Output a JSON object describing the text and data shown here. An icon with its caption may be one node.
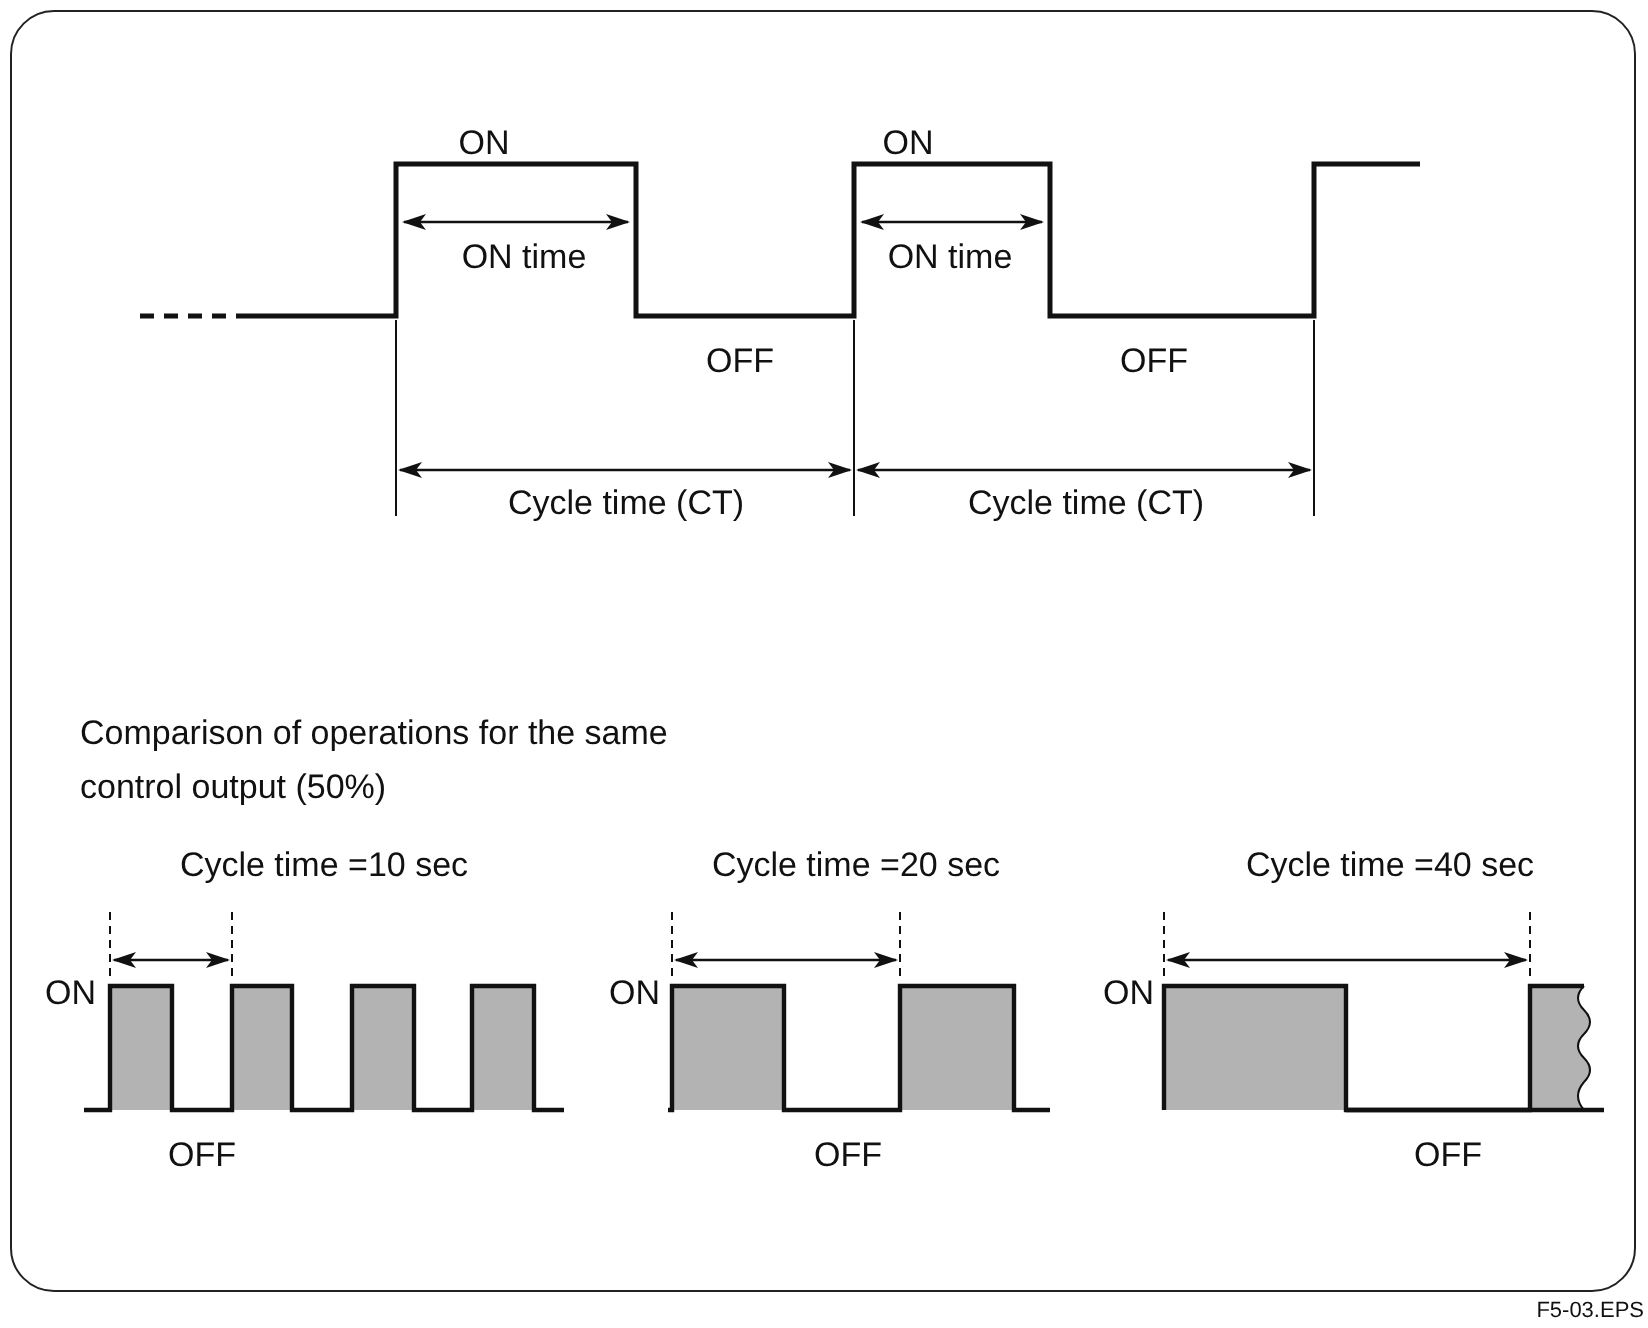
{
  "diagram": {
    "labels": [
      "ON",
      "ON",
      "ON time",
      "ON time",
      "OFF",
      "OFF",
      "Cycle time (CT)",
      "Cycle time (CT)",
      "Comparison of operations for the same control output (50%)",
      "Cycle time =10 sec",
      "Cycle time =20 sec",
      "Cycle time =40 sec",
      "ON",
      "ON",
      "ON",
      "OFF",
      "OFF",
      "OFF",
      "F5-03.EPS"
    ]
  }
}
